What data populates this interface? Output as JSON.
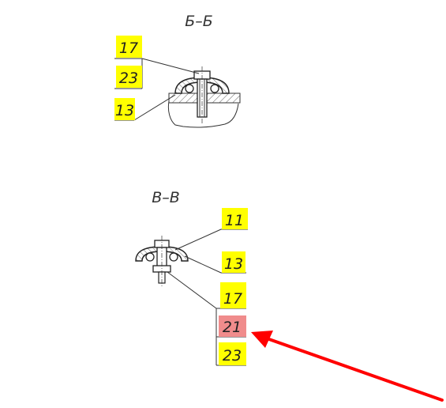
{
  "sections": [
    {
      "title": "Б–Б"
    },
    {
      "title": "В–В"
    }
  ],
  "callouts_bb": [
    "17",
    "23",
    "13"
  ],
  "callouts_vv": [
    "11",
    "13",
    "17",
    "21",
    "23"
  ],
  "highlighted_item": "21",
  "colors": {
    "label_fill": "#ffff00",
    "highlight_fill": "#f08c8c",
    "arrow": "#ff0000",
    "linework": "#333333"
  }
}
